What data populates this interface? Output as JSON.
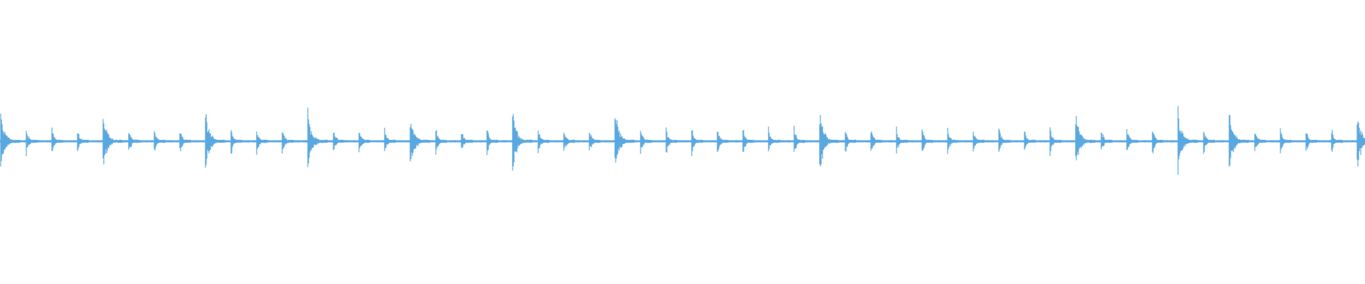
{
  "waveform": {
    "color": "#5aa8e0",
    "background": "#ffffff",
    "baseline_amplitude": 0.025,
    "beat_count": 54,
    "accent_beats": [
      0,
      4,
      8,
      12,
      16,
      20,
      24,
      32,
      42,
      46,
      48,
      53
    ],
    "accent_peak": 0.27,
    "normal_peak": 0.12
  }
}
